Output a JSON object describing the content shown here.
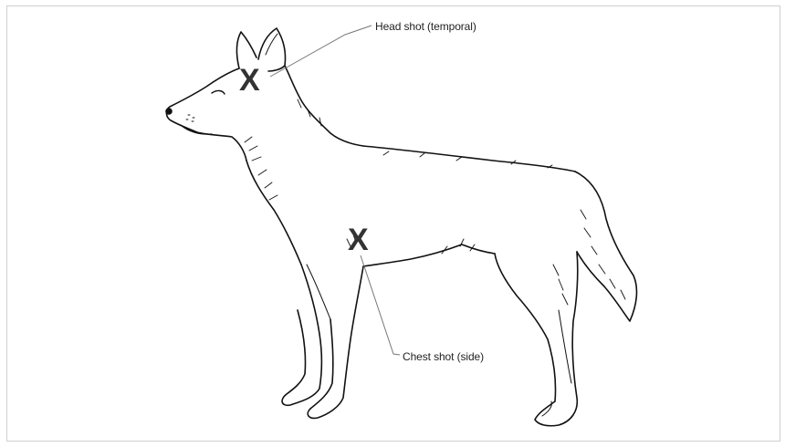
{
  "labels": {
    "head_shot": "Head shot (temporal)",
    "chest_shot": "Chest shot (side)"
  },
  "markers": {
    "head": "X",
    "chest": "X"
  },
  "colors": {
    "line": "#111111",
    "leader": "#777777",
    "marker": "#333333",
    "border": "#cfcfcf"
  }
}
